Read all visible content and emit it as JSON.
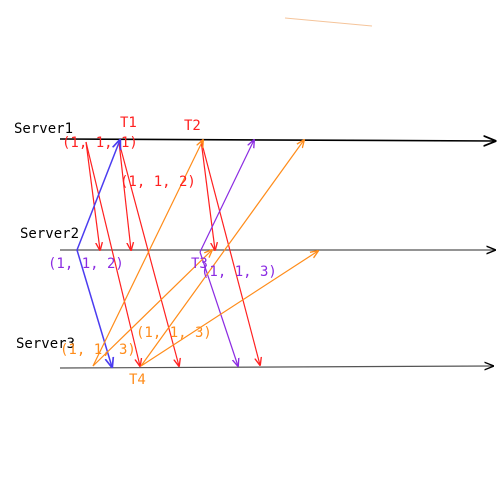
{
  "colors": {
    "red": "#ff2020",
    "purple": "#8b2be2",
    "orange": "#ff8c1a",
    "blue": "#4b3cf0",
    "black": "#000000",
    "gray": "#555555"
  },
  "servers": [
    {
      "id": "s1",
      "label": "Server1"
    },
    {
      "id": "s2",
      "label": "Server2"
    },
    {
      "id": "s3",
      "label": "Server3"
    }
  ],
  "events": {
    "t1": "T1",
    "t2": "T2",
    "t3": "T3",
    "t4": "T4"
  },
  "timestamps": {
    "s1_111": "(1, 1, 1)",
    "s1_112": "(1, 1, 2)",
    "s2_112": "(1, 1, 2)",
    "s2_113": "(1, 1, 3)",
    "s3_113a": "(1, 1, 3)",
    "s3_113b": "(1, 1, 3)"
  }
}
